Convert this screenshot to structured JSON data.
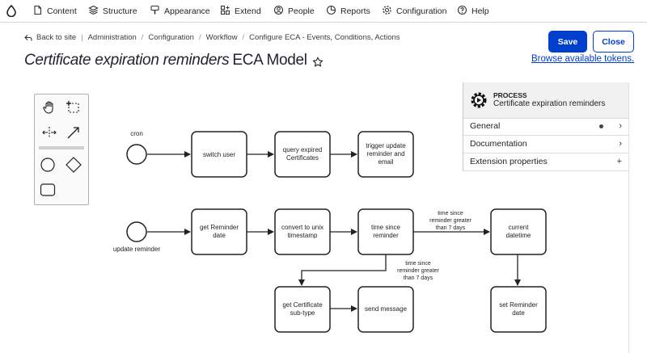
{
  "toolbar": {
    "items": [
      {
        "label": "Content",
        "icon": "document-icon"
      },
      {
        "label": "Structure",
        "icon": "layers-icon"
      },
      {
        "label": "Appearance",
        "icon": "paint-icon"
      },
      {
        "label": "Extend",
        "icon": "extend-icon"
      },
      {
        "label": "People",
        "icon": "user-icon"
      },
      {
        "label": "Reports",
        "icon": "chart-icon"
      },
      {
        "label": "Configuration",
        "icon": "gear-icon"
      },
      {
        "label": "Help",
        "icon": "help-icon"
      }
    ]
  },
  "breadcrumb": {
    "back": "Back to site",
    "items": [
      "Administration",
      "Configuration",
      "Workflow",
      "Configure ECA - Events, Conditions, Actions"
    ]
  },
  "page": {
    "title_italic": "Certificate expiration reminders",
    "title_rest": "ECA Model"
  },
  "actions": {
    "save": "Save",
    "close": "Close",
    "tokens_link": "Browse available tokens."
  },
  "properties": {
    "type_label": "PROCESS",
    "name": "Certificate expiration reminders",
    "groups": [
      {
        "label": "General",
        "indicator": "›",
        "has_dot": true
      },
      {
        "label": "Documentation",
        "indicator": "›",
        "has_dot": false
      },
      {
        "label": "Extension properties",
        "indicator": "+",
        "has_dot": false
      }
    ]
  },
  "diagram": {
    "events": {
      "cron": "cron",
      "update_reminder": "update reminder"
    },
    "tasks": {
      "switch_user": "switch user",
      "query_expired_l1": "query expired",
      "query_expired_l2": "Certificates",
      "trigger_l1": "trigger update",
      "trigger_l2": "reminder and",
      "trigger_l3": "email",
      "get_reminder_l1": "get Reminder",
      "get_reminder_l2": "date",
      "convert_l1": "convert to unix",
      "convert_l2": "timestamp",
      "time_since_l1": "time since",
      "time_since_l2": "reminder",
      "current_l1": "current",
      "current_l2": "datetime",
      "get_cert_l1": "get Certificate",
      "get_cert_l2": "sub-type",
      "send_message": "send message",
      "set_reminder_l1": "set Reminder",
      "set_reminder_l2": "date"
    },
    "flows": {
      "upper_l1": "time since",
      "upper_l2": "reminder greater",
      "upper_l3": "than 7 days",
      "lower_l1": "time since",
      "lower_l2": "reminder greater",
      "lower_l3": "than 7 days"
    }
  }
}
